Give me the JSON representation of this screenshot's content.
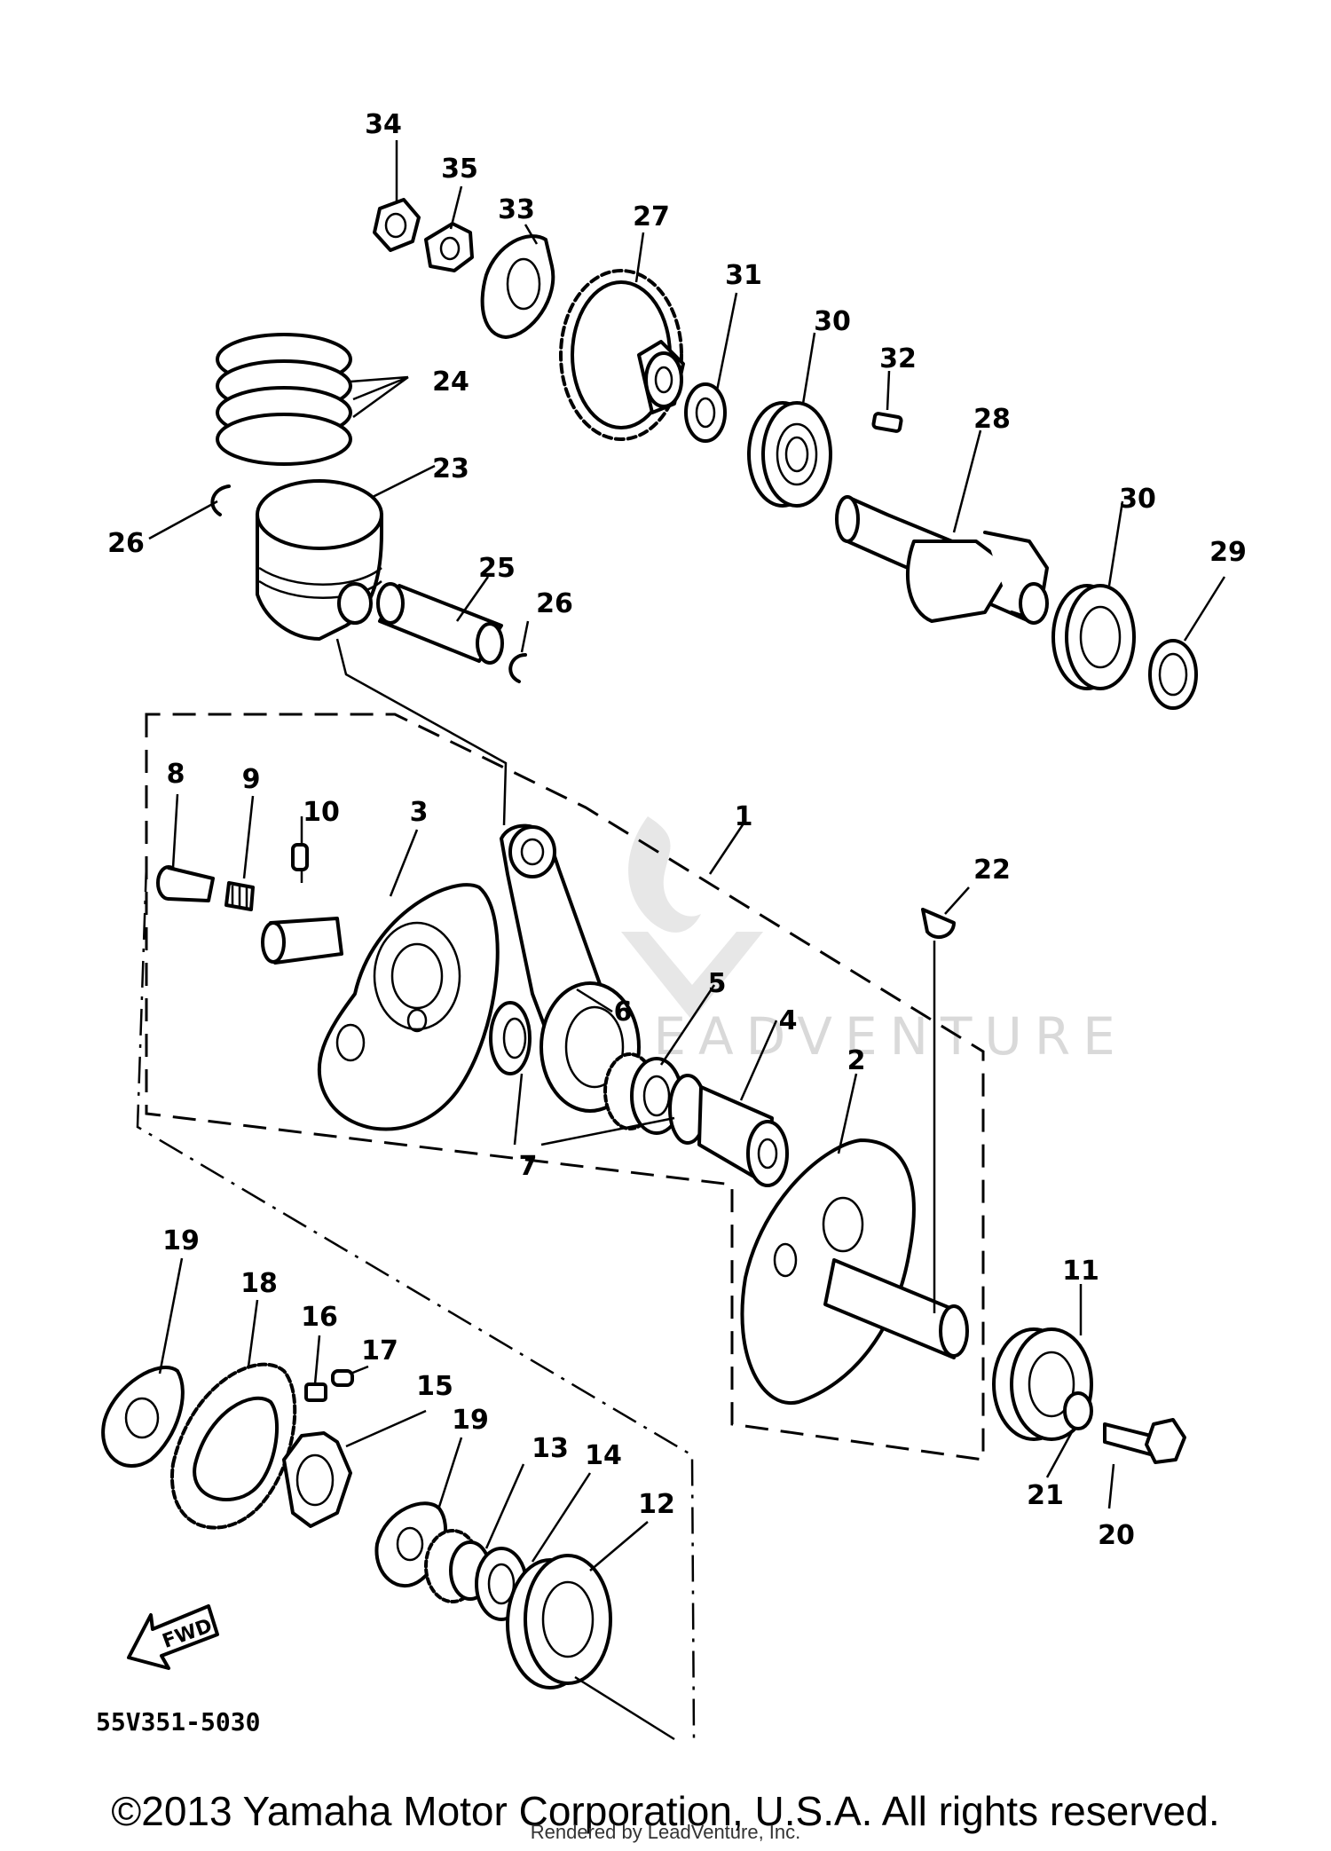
{
  "diagram_code": "55V351-5030",
  "fwd_label": "FWD",
  "watermark": "LEADVENTURE",
  "copyright": "©2013 Yamaha Motor Corporation, U.S.A. All rights reserved.",
  "rendered_by": "Rendered by LeadVenture, Inc.",
  "callouts": {
    "c1": "1",
    "c2": "2",
    "c3": "3",
    "c4": "4",
    "c5": "5",
    "c6": "6",
    "c7": "7",
    "c8": "8",
    "c9": "9",
    "c10": "10",
    "c11": "11",
    "c12": "12",
    "c13": "13",
    "c14": "14",
    "c15": "15",
    "c16": "16",
    "c17": "17",
    "c18": "18",
    "c19a": "19",
    "c19b": "19",
    "c20": "20",
    "c21": "21",
    "c22": "22",
    "c23": "23",
    "c24": "24",
    "c25": "25",
    "c26a": "26",
    "c26b": "26",
    "c27": "27",
    "c28": "28",
    "c29": "29",
    "c30a": "30",
    "c30b": "30",
    "c31": "31",
    "c32": "32",
    "c33": "33",
    "c34": "34",
    "c35": "35"
  }
}
